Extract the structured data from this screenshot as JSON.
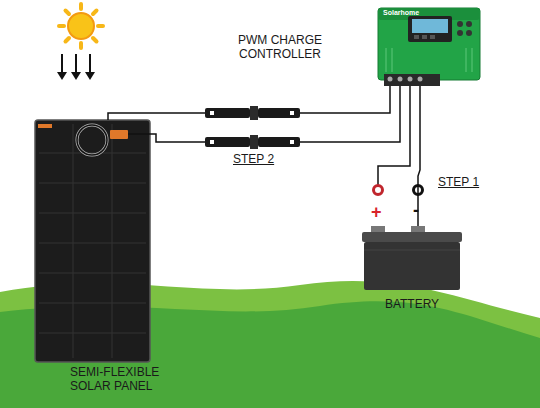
{
  "diagram": {
    "nodes": [
      {
        "text": [
          "SEMI-FLEXIBLE SOLAR PANEL"
        ]
      },
      {
        "text": [
          "PWM CHARGE CONTROLLER",
          "Solarhome"
        ]
      },
      {
        "text": [
          "BATTERY"
        ]
      }
    ],
    "edges": [
      {
        "from": 0,
        "to": 1,
        "arrow": "none",
        "label": "STEP 2"
      },
      {
        "from": 1,
        "to": 2,
        "arrow": "none",
        "label": "STEP 1"
      }
    ],
    "labels": [
      "+",
      "-"
    ]
  }
}
